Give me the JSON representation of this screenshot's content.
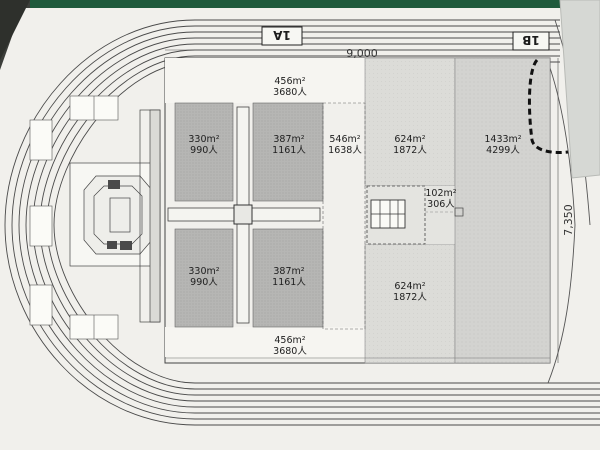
{
  "zone_labels": {
    "a": "1A",
    "b": "1B"
  },
  "dimensions": {
    "width": "9,000",
    "height": "7,350"
  },
  "areas": {
    "top_strip": {
      "area": "456m²",
      "people": "3680人"
    },
    "bottom_strip": {
      "area": "456m²",
      "people": "3680人"
    },
    "block_tl": {
      "area": "330m²",
      "people": "990人"
    },
    "block_tr": {
      "area": "387m²",
      "people": "1161人"
    },
    "block_bl": {
      "area": "330m²",
      "people": "990人"
    },
    "block_br": {
      "area": "387m²",
      "people": "1161人"
    },
    "middle_strip": {
      "area": "546m²",
      "people": "1638人"
    },
    "upper_mid": {
      "area": "624m²",
      "people": "1872人"
    },
    "lower_mid": {
      "area": "624m²",
      "people": "1872人"
    },
    "tower": {
      "area": "102m²",
      "people": "306人"
    },
    "right_zone": {
      "area": "1433m²",
      "people": "4299人"
    }
  },
  "colors": {
    "paper": "#f1f0ec",
    "block_fill": "#b6b6b4",
    "light_fill": "#dcdcd8",
    "right_fill": "#d3d3d0",
    "line": "#3a3a3a",
    "table": "#3c3e3a",
    "board_edge": "#d6d8d4",
    "green_edge": "#1f5a3c"
  }
}
